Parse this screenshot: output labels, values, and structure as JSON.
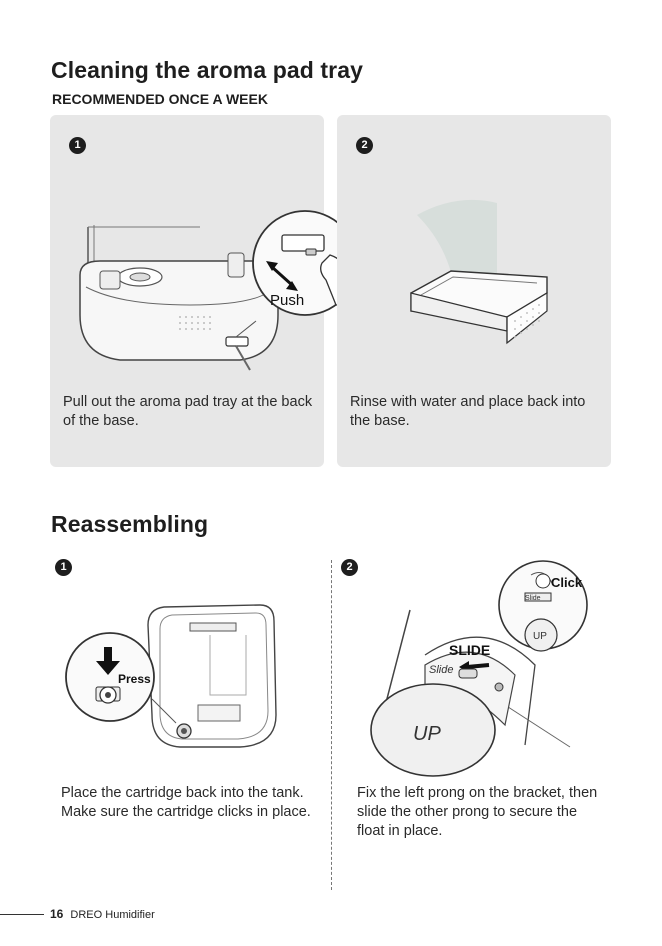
{
  "section1": {
    "title": "Cleaning the aroma pad tray",
    "subtitle": "RECOMMENDED ONCE A WEEK",
    "steps": [
      {
        "number": "1",
        "text": "Pull out the aroma pad tray at the back of the base.",
        "callout": "Push"
      },
      {
        "number": "2",
        "text": "Rinse with water and place back into the base."
      }
    ]
  },
  "section2": {
    "title": "Reassembling",
    "steps": [
      {
        "number": "1",
        "text": "Place the cartridge back into the tank. Make sure the cartridge clicks in place.",
        "callout": "Press"
      },
      {
        "number": "2",
        "text": "Fix the left prong on the bracket, then slide the other prong to secure the float in place.",
        "callouts": {
          "click": "Click",
          "slide_small": "Slide",
          "up_small": "UP",
          "slide_big": "SLIDE",
          "slide_arrow": "Slide",
          "up_big": "UP"
        }
      }
    ]
  },
  "footer": {
    "page_number": "16",
    "brand": "DREO Humidifier"
  }
}
